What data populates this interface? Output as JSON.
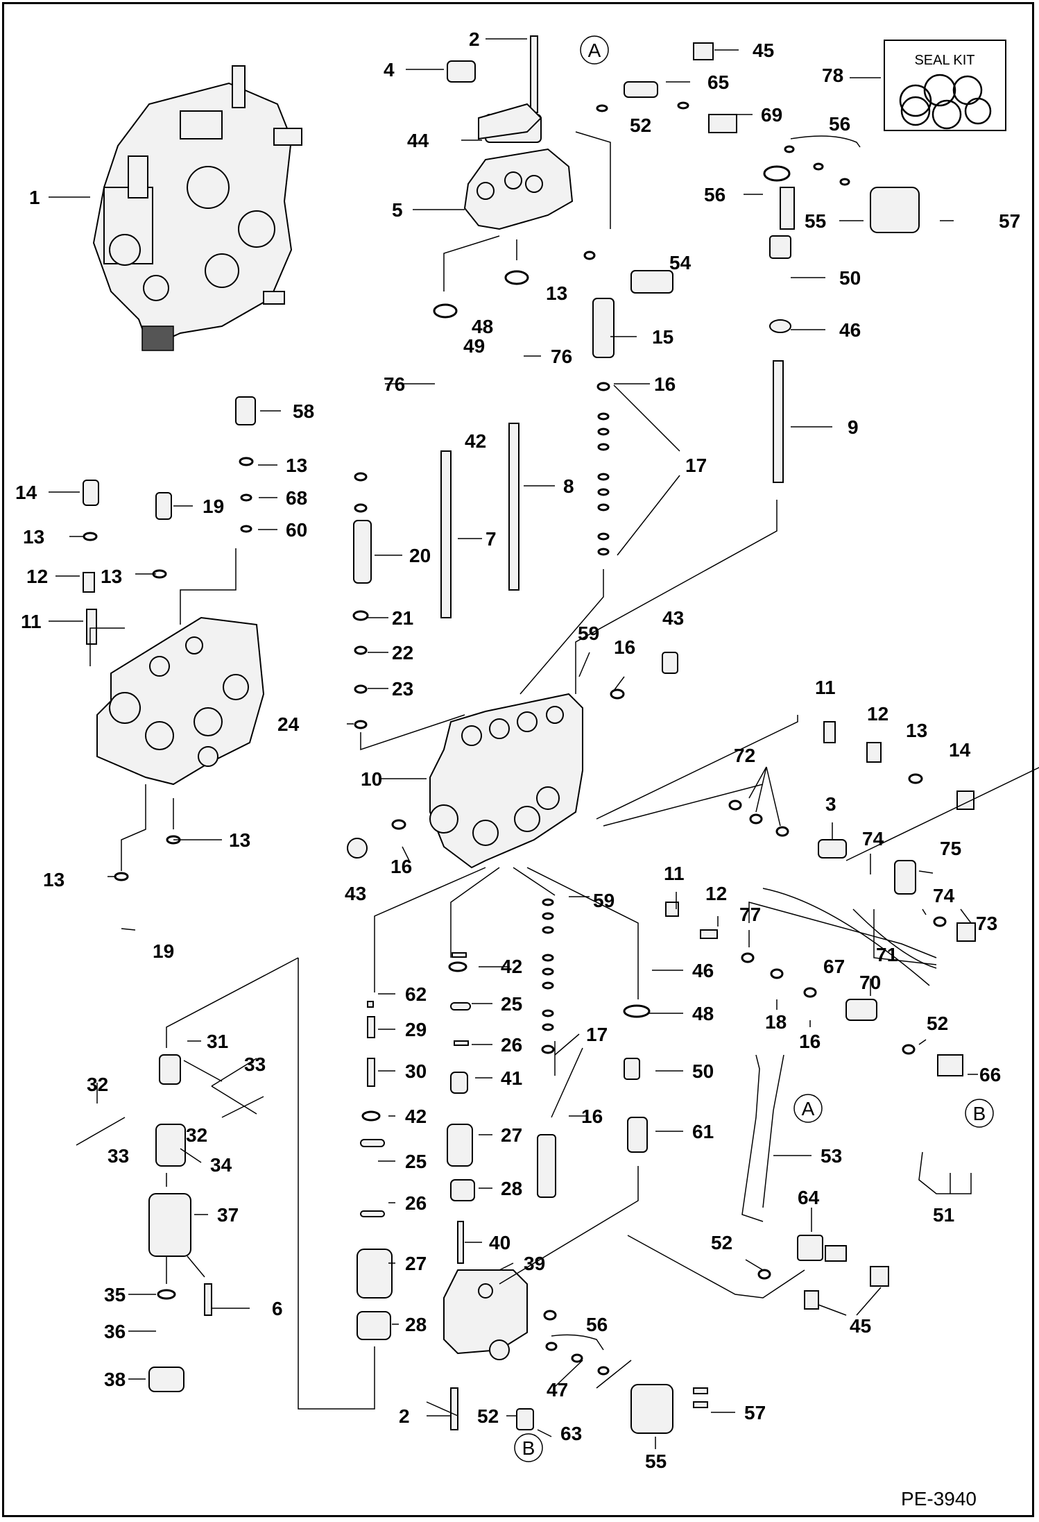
{
  "diagram": {
    "seal_kit_label": "SEAL KIT",
    "drawing_ref": "PE-3940",
    "callouts": [
      {
        "id": "c-2a",
        "text": "2"
      },
      {
        "id": "c-4",
        "text": "4"
      },
      {
        "id": "c-45a",
        "text": "45"
      },
      {
        "id": "c-65",
        "text": "65"
      },
      {
        "id": "c-78",
        "text": "78"
      },
      {
        "id": "c-44",
        "text": "44"
      },
      {
        "id": "c-52a",
        "text": "52"
      },
      {
        "id": "c-69",
        "text": "69"
      },
      {
        "id": "c-56a",
        "text": "56"
      },
      {
        "id": "c-1",
        "text": "1"
      },
      {
        "id": "c-5",
        "text": "5"
      },
      {
        "id": "c-56b",
        "text": "56"
      },
      {
        "id": "c-55a",
        "text": "55"
      },
      {
        "id": "c-57a",
        "text": "57"
      },
      {
        "id": "c-54",
        "text": "54"
      },
      {
        "id": "c-13a",
        "text": "13"
      },
      {
        "id": "c-50a",
        "text": "50"
      },
      {
        "id": "c-48a",
        "text": "48"
      },
      {
        "id": "c-15",
        "text": "15"
      },
      {
        "id": "c-46a",
        "text": "46"
      },
      {
        "id": "c-49",
        "text": "49"
      },
      {
        "id": "c-76a",
        "text": "76"
      },
      {
        "id": "c-76b",
        "text": "76"
      },
      {
        "id": "c-16a",
        "text": "16"
      },
      {
        "id": "c-58",
        "text": "58"
      },
      {
        "id": "c-9",
        "text": "9"
      },
      {
        "id": "c-42a",
        "text": "42"
      },
      {
        "id": "c-13b",
        "text": "13"
      },
      {
        "id": "c-17a",
        "text": "17"
      },
      {
        "id": "c-14a",
        "text": "14"
      },
      {
        "id": "c-19a",
        "text": "19"
      },
      {
        "id": "c-68",
        "text": "68"
      },
      {
        "id": "c-8",
        "text": "8"
      },
      {
        "id": "c-13c",
        "text": "13"
      },
      {
        "id": "c-60",
        "text": "60"
      },
      {
        "id": "c-7",
        "text": "7"
      },
      {
        "id": "c-20",
        "text": "20"
      },
      {
        "id": "c-12a",
        "text": "12"
      },
      {
        "id": "c-13d",
        "text": "13"
      },
      {
        "id": "c-11a",
        "text": "11"
      },
      {
        "id": "c-21",
        "text": "21"
      },
      {
        "id": "c-43a",
        "text": "43"
      },
      {
        "id": "c-59a",
        "text": "59"
      },
      {
        "id": "c-16b",
        "text": "16"
      },
      {
        "id": "c-22",
        "text": "22"
      },
      {
        "id": "c-23",
        "text": "23"
      },
      {
        "id": "c-11b",
        "text": "11"
      },
      {
        "id": "c-12b",
        "text": "12"
      },
      {
        "id": "c-13e",
        "text": "13"
      },
      {
        "id": "c-24",
        "text": "24"
      },
      {
        "id": "c-14b",
        "text": "14"
      },
      {
        "id": "c-72",
        "text": "72"
      },
      {
        "id": "c-10",
        "text": "10"
      },
      {
        "id": "c-3",
        "text": "3"
      },
      {
        "id": "c-13f",
        "text": "13"
      },
      {
        "id": "c-74a",
        "text": "74"
      },
      {
        "id": "c-75",
        "text": "75"
      },
      {
        "id": "c-16c",
        "text": "16"
      },
      {
        "id": "c-13g",
        "text": "13"
      },
      {
        "id": "c-43b",
        "text": "43"
      },
      {
        "id": "c-59b",
        "text": "59"
      },
      {
        "id": "c-74b",
        "text": "74"
      },
      {
        "id": "c-73",
        "text": "73"
      },
      {
        "id": "c-11c",
        "text": "11"
      },
      {
        "id": "c-12c",
        "text": "12"
      },
      {
        "id": "c-77",
        "text": "77"
      },
      {
        "id": "c-19b",
        "text": "19"
      },
      {
        "id": "c-71",
        "text": "71"
      },
      {
        "id": "c-67",
        "text": "67"
      },
      {
        "id": "c-42b",
        "text": "42"
      },
      {
        "id": "c-46b",
        "text": "46"
      },
      {
        "id": "c-70",
        "text": "70"
      },
      {
        "id": "c-62",
        "text": "62"
      },
      {
        "id": "c-25a",
        "text": "25"
      },
      {
        "id": "c-48b",
        "text": "48"
      },
      {
        "id": "c-18",
        "text": "18"
      },
      {
        "id": "c-16d",
        "text": "16"
      },
      {
        "id": "c-52b",
        "text": "52"
      },
      {
        "id": "c-29",
        "text": "29"
      },
      {
        "id": "c-26a",
        "text": "26"
      },
      {
        "id": "c-17b",
        "text": "17"
      },
      {
        "id": "c-31",
        "text": "31"
      },
      {
        "id": "c-50b",
        "text": "50"
      },
      {
        "id": "c-66",
        "text": "66"
      },
      {
        "id": "c-33a",
        "text": "33"
      },
      {
        "id": "c-30",
        "text": "30"
      },
      {
        "id": "c-41",
        "text": "41"
      },
      {
        "id": "c-32a",
        "text": "32"
      },
      {
        "id": "c-16e",
        "text": "16"
      },
      {
        "id": "c-42c",
        "text": "42"
      },
      {
        "id": "c-27a",
        "text": "27"
      },
      {
        "id": "c-61",
        "text": "61"
      },
      {
        "id": "c-32b",
        "text": "32"
      },
      {
        "id": "c-33b",
        "text": "33"
      },
      {
        "id": "c-34",
        "text": "34"
      },
      {
        "id": "c-53",
        "text": "53"
      },
      {
        "id": "c-25b",
        "text": "25"
      },
      {
        "id": "c-28a",
        "text": "28"
      },
      {
        "id": "c-51",
        "text": "51"
      },
      {
        "id": "c-37",
        "text": "37"
      },
      {
        "id": "c-26b",
        "text": "26"
      },
      {
        "id": "c-64",
        "text": "64"
      },
      {
        "id": "c-40",
        "text": "40"
      },
      {
        "id": "c-52c",
        "text": "52"
      },
      {
        "id": "c-39",
        "text": "39"
      },
      {
        "id": "c-27b",
        "text": "27"
      },
      {
        "id": "c-35",
        "text": "35"
      },
      {
        "id": "c-6",
        "text": "6"
      },
      {
        "id": "c-45b",
        "text": "45"
      },
      {
        "id": "c-56c",
        "text": "56"
      },
      {
        "id": "c-36",
        "text": "36"
      },
      {
        "id": "c-28b",
        "text": "28"
      },
      {
        "id": "c-38",
        "text": "38"
      },
      {
        "id": "c-47",
        "text": "47"
      },
      {
        "id": "c-2b",
        "text": "2"
      },
      {
        "id": "c-52d",
        "text": "52"
      },
      {
        "id": "c-57b",
        "text": "57"
      },
      {
        "id": "c-63",
        "text": "63"
      },
      {
        "id": "c-55b",
        "text": "55"
      }
    ],
    "connectors": [
      {
        "id": "conn-a1",
        "text": "A"
      },
      {
        "id": "conn-a2",
        "text": "A"
      },
      {
        "id": "conn-b1",
        "text": "B"
      },
      {
        "id": "conn-b2",
        "text": "B"
      }
    ]
  }
}
